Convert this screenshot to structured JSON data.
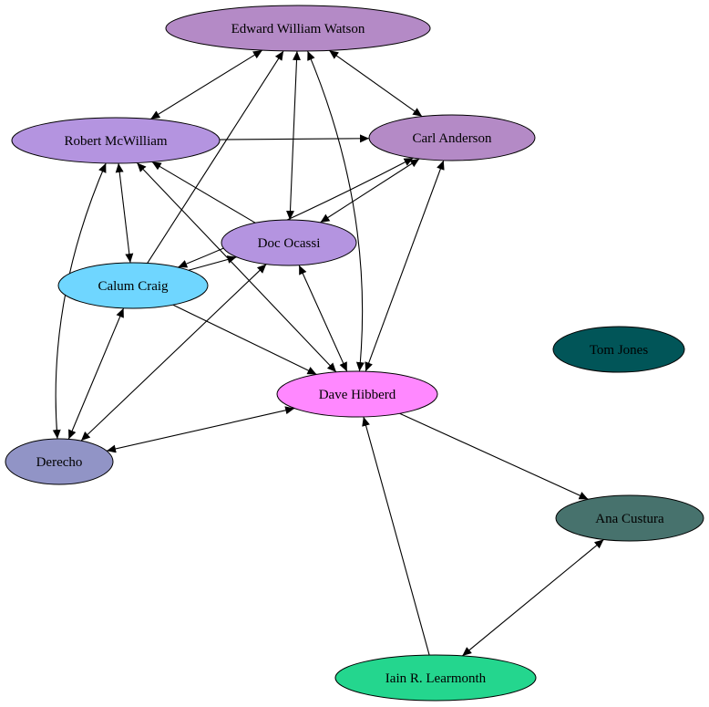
{
  "graph": {
    "type": "directed-graph",
    "nodes": [
      {
        "id": "eww",
        "label": "Edward William Watson",
        "color": "#b48ac6"
      },
      {
        "id": "rmw",
        "label": "Robert McWilliam",
        "color": "#b494e0"
      },
      {
        "id": "ca",
        "label": "Carl Anderson",
        "color": "#b48ac6"
      },
      {
        "id": "do",
        "label": "Doc Ocassi",
        "color": "#b494e0"
      },
      {
        "id": "cc",
        "label": "Calum Craig",
        "color": "#6fd6ff"
      },
      {
        "id": "dh",
        "label": "Dave Hibberd",
        "color": "#ff88ff"
      },
      {
        "id": "tj",
        "label": "Tom Jones",
        "color": "#015558"
      },
      {
        "id": "der",
        "label": "Derecho",
        "color": "#9194c6"
      },
      {
        "id": "ana",
        "label": "Ana Custura",
        "color": "#47726d"
      },
      {
        "id": "iain",
        "label": "Iain R. Learmonth",
        "color": "#24d68e"
      }
    ],
    "edges": [
      {
        "from": "eww",
        "to": "rmw",
        "dir": "both"
      },
      {
        "from": "cc",
        "to": "eww",
        "dir": "forward"
      },
      {
        "from": "eww",
        "to": "do",
        "dir": "both"
      },
      {
        "from": "eww",
        "to": "dh",
        "dir": "both"
      },
      {
        "from": "eww",
        "to": "ca",
        "dir": "both"
      },
      {
        "from": "rmw",
        "to": "ca",
        "dir": "forward"
      },
      {
        "from": "rmw",
        "to": "cc",
        "dir": "both"
      },
      {
        "from": "do",
        "to": "rmw",
        "dir": "forward"
      },
      {
        "from": "rmw",
        "to": "dh",
        "dir": "both"
      },
      {
        "from": "rmw",
        "to": "der",
        "dir": "both"
      },
      {
        "from": "ca",
        "to": "cc",
        "dir": "both"
      },
      {
        "from": "ca",
        "to": "do",
        "dir": "both"
      },
      {
        "from": "ca",
        "to": "dh",
        "dir": "both"
      },
      {
        "from": "cc",
        "to": "do",
        "dir": "forward"
      },
      {
        "from": "cc",
        "to": "der",
        "dir": "both"
      },
      {
        "from": "cc",
        "to": "dh",
        "dir": "forward"
      },
      {
        "from": "do",
        "to": "der",
        "dir": "both"
      },
      {
        "from": "do",
        "to": "dh",
        "dir": "both"
      },
      {
        "from": "dh",
        "to": "der",
        "dir": "both"
      },
      {
        "from": "dh",
        "to": "ana",
        "dir": "forward"
      },
      {
        "from": "iain",
        "to": "dh",
        "dir": "forward"
      },
      {
        "from": "ana",
        "to": "iain",
        "dir": "both"
      }
    ]
  }
}
